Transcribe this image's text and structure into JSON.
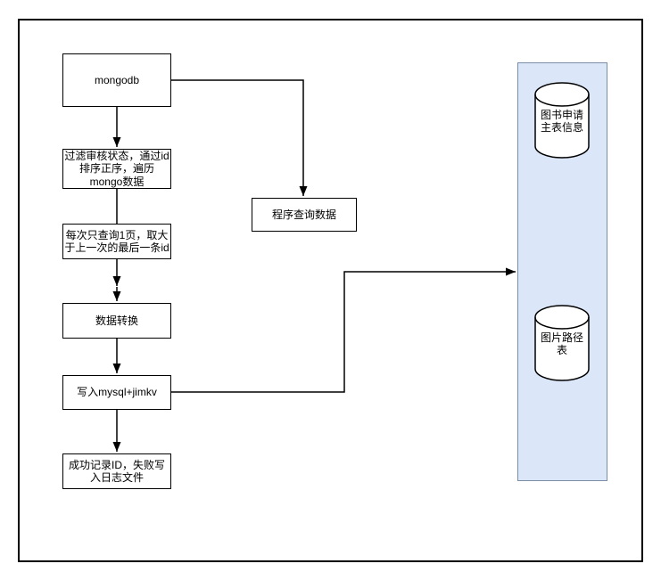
{
  "nodes": {
    "mongodb": {
      "label": "mongodb"
    },
    "filter": {
      "label": "过滤审核状态，通过id\n排序正序，遍历\nmongo数据"
    },
    "paginate": {
      "label": "每次只查询1页，取大\n于上一次的最后一条id"
    },
    "transform": {
      "label": "数据转换"
    },
    "write": {
      "label": "写入mysql+jimkv"
    },
    "log": {
      "label": "成功记录ID，失败写\n入日志文件"
    },
    "query": {
      "label": "程序查询数据"
    }
  },
  "datastores": {
    "book_request_main_table": {
      "label": "图书申请\n主表信息"
    },
    "image_path_table": {
      "label": "图片路径\n表"
    }
  },
  "colors": {
    "panel_fill": "#dbe7f8",
    "panel_border": "#7b8ea6",
    "node_fill": "#ffffff",
    "node_border": "#000000",
    "connector": "#000000"
  }
}
